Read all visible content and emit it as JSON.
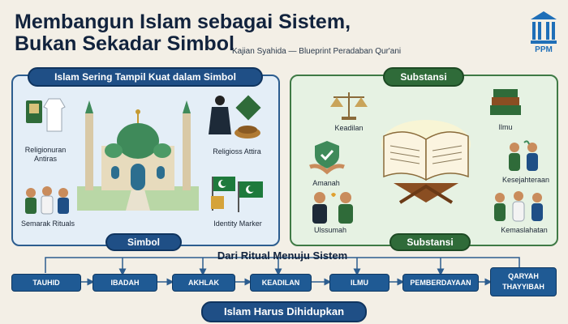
{
  "header": {
    "title_line1": "Membangun Islam sebagai Sistem,",
    "title_line2": "Bukan Sekadar Simbol",
    "subtitle": "Kajian Syahida — Blueprint Peradaban Qur'ani",
    "logo_text": "PPM"
  },
  "left_panel": {
    "heading": "Islam Sering Tampil Kuat dalam Simbol",
    "footer": "Simbol",
    "labels": {
      "religious_attire": "Religionuran Antiras",
      "religious_attire_2": "Religioss Attira",
      "rituals": "Semarak Rituals",
      "identity": "Identity Marker"
    }
  },
  "right_panel": {
    "heading": "Substansi",
    "footer": "Substansi",
    "labels": {
      "keadilan": "Keadilan",
      "ilmu": "Ilmu",
      "amanah": "Amanah",
      "kesejahteraan": "Kesejahteraan",
      "ukhuwah": "Ulssumah",
      "kemaslahatan": "Kemaslahatan"
    }
  },
  "flow": {
    "title": "Dari Ritual Menuju Sistem",
    "steps": [
      "TAUHID",
      "IBADAH",
      "AKHLAK",
      "KEADILAN",
      "ILMU",
      "PEMBERDAYAAN",
      "QARYAH THAYYIBAH"
    ],
    "final": "Islam Harus Dihidupkan"
  },
  "colors": {
    "navy": "#1f4f86",
    "green": "#2f6b39",
    "background": "#f3efe6"
  }
}
